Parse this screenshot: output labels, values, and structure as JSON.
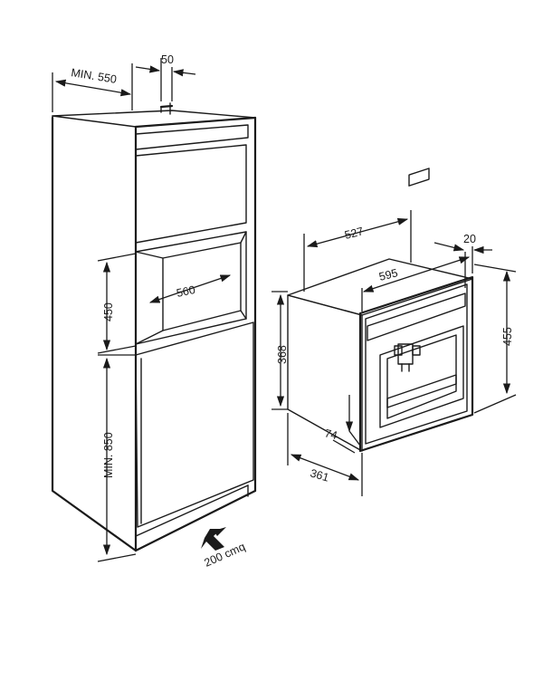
{
  "dimensions": {
    "min_550": "MIN. 550",
    "d50": "50",
    "d450": "450",
    "d560": "560",
    "min_850": "MIN. 850",
    "vent": "200 cmq",
    "d527": "527",
    "d20": "20",
    "d595": "595",
    "d455": "455",
    "d368": "368",
    "d74": "74",
    "d361": "361"
  },
  "colors": {
    "line": "#1a1a1a",
    "background": "#ffffff"
  }
}
